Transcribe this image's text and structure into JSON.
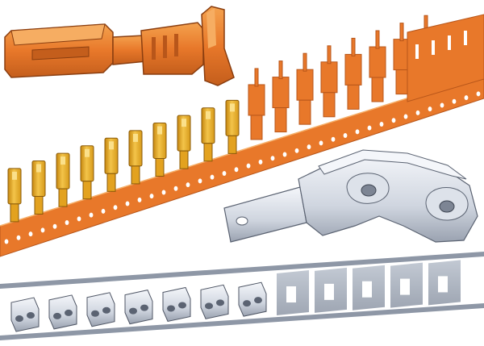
{
  "scene": {
    "kind": "illustration",
    "subject": "progressive-die-stamping-strips",
    "colors": {
      "background": "#ffffff",
      "copper": "#e8782a",
      "copper_light": "#f4a24e",
      "copper_dark": "#b8561a",
      "brass": "#e3a21f",
      "brass_light": "#f3c44a",
      "brass_dark": "#a86f0c",
      "steel": "#c9d0dc",
      "steel_light": "#eef1f6",
      "steel_dark": "#7d8594",
      "outline": "#3a2a1a"
    }
  },
  "parts": {
    "terminal_closeup": {
      "name": "flat-receptacle-terminal",
      "material": "copper"
    },
    "copper_strip": {
      "name": "terminal-carrier-strip",
      "terminal_count": 18,
      "pilot_hole_count": 40
    },
    "steel_bracket": {
      "name": "formed-steel-bracket",
      "material": "steel"
    },
    "steel_strip": {
      "name": "bracket-progressive-strip",
      "stations": 12,
      "formed_parts": 7
    }
  }
}
